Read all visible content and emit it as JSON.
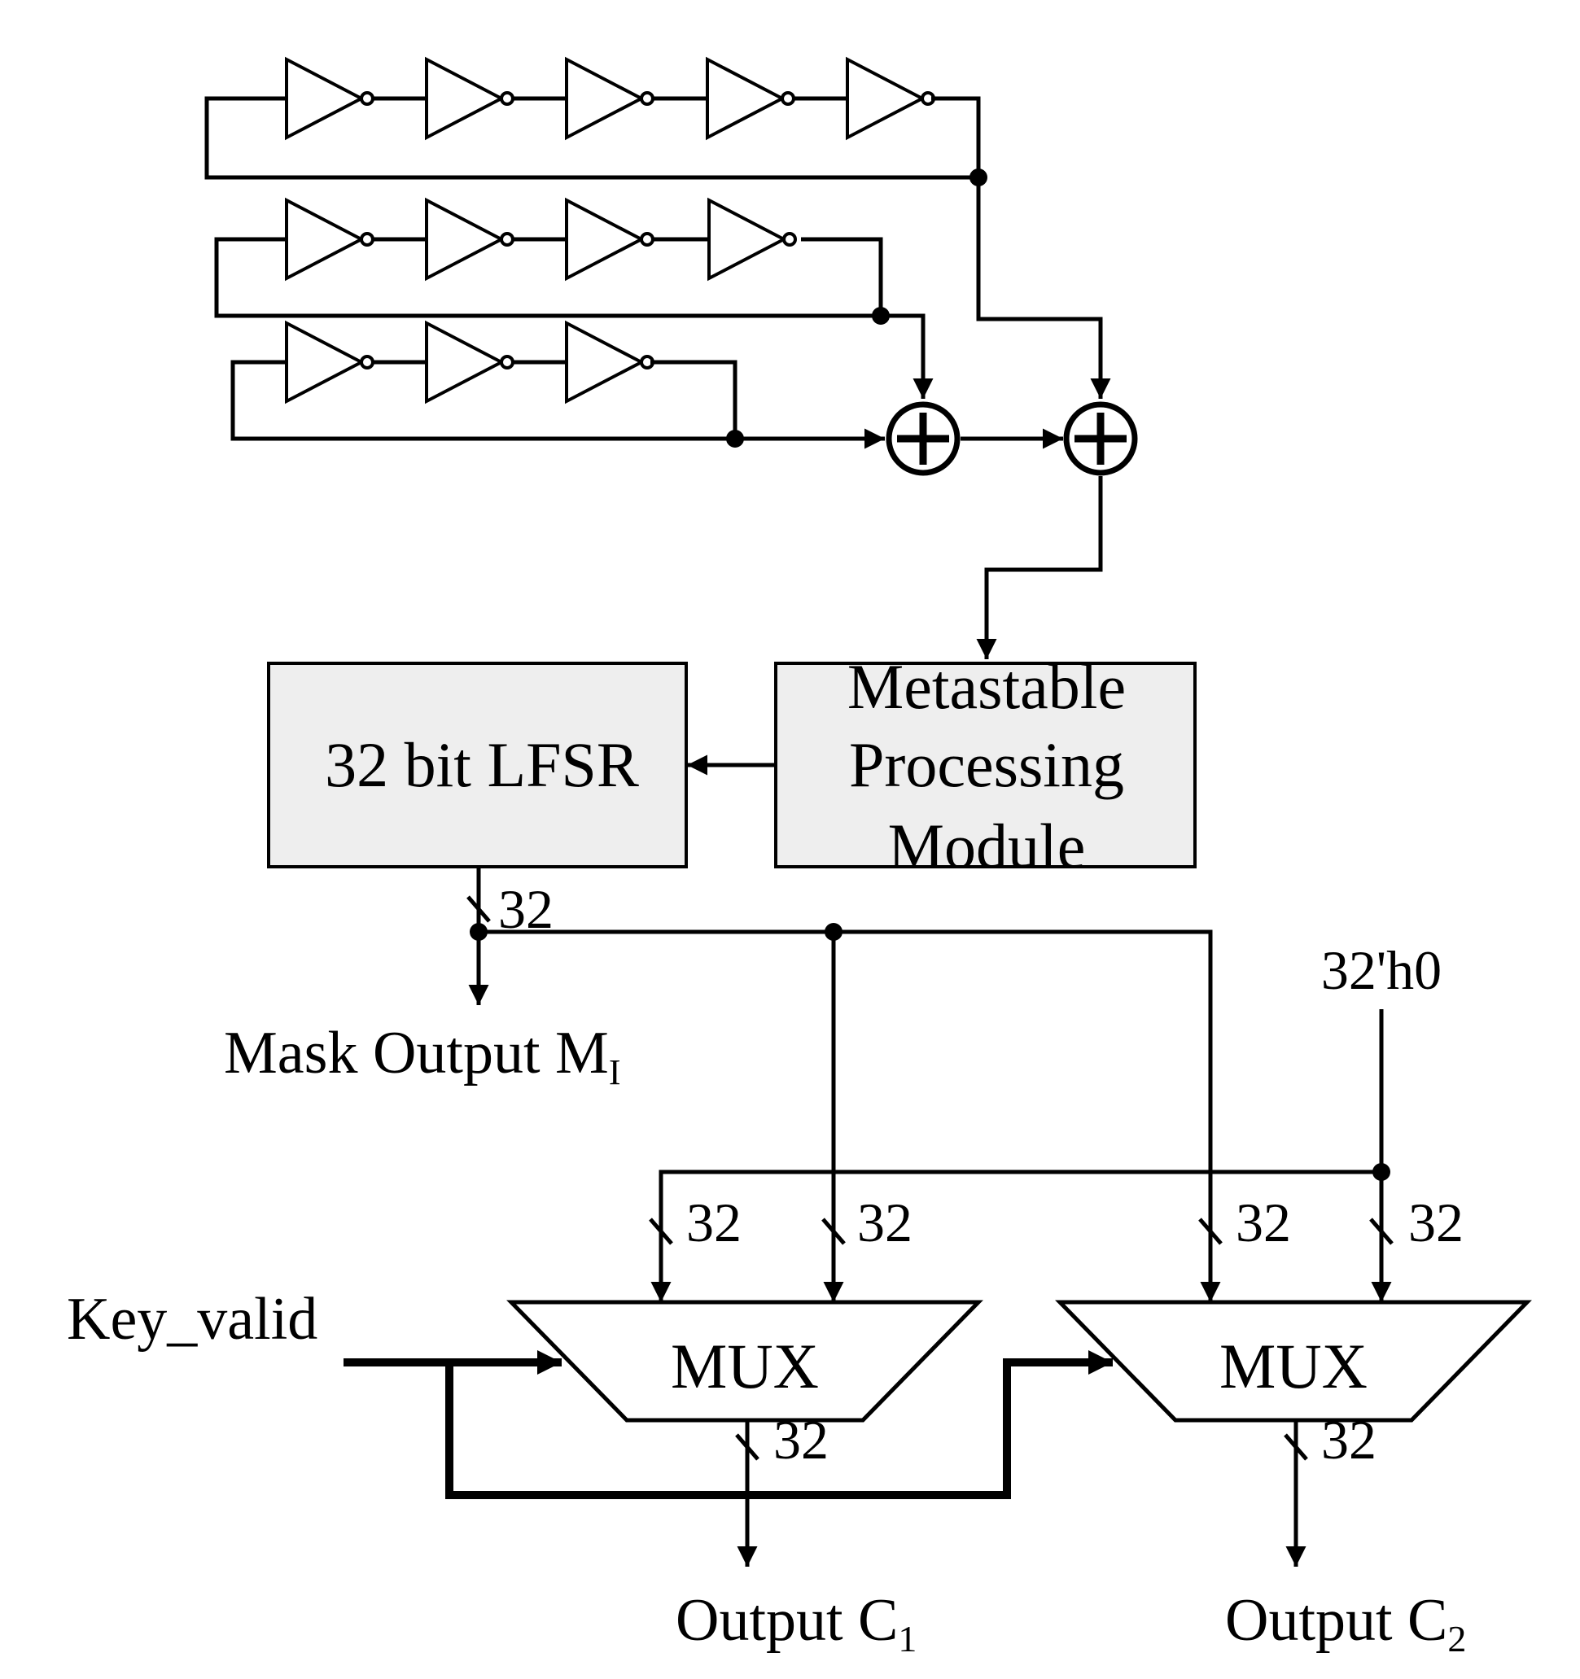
{
  "diagram": {
    "ring_oscillators": [
      {
        "stages": 5
      },
      {
        "stages": 4
      },
      {
        "stages": 3
      }
    ],
    "xor_gates": [
      {
        "symbol": "⊕"
      },
      {
        "symbol": "⊕"
      }
    ],
    "metastable_block": {
      "line1": "Metastable",
      "line2": "Processing",
      "line3": "Module"
    },
    "lfsr_block": {
      "label": "32 bit LFSR"
    },
    "bus_labels": {
      "lfsr_out": "32",
      "mux1_in_a": "32",
      "mux1_in_b": "32",
      "mux2_in_a": "32",
      "mux2_in_b": "32",
      "mux1_out": "32",
      "mux2_out": "32"
    },
    "constant_label": "32'h0",
    "mask_output": {
      "text": "Mask Output M",
      "subscript": "I"
    },
    "key_valid": "Key_valid",
    "mux1_label": "MUX",
    "mux2_label": "MUX",
    "output_c1": {
      "text": "Output C",
      "subscript": "1"
    },
    "output_c2": {
      "text": "Output C",
      "subscript": "2"
    },
    "colors": {
      "line": "#000000",
      "block_fill": "#eeeeee",
      "background": "#ffffff"
    }
  }
}
